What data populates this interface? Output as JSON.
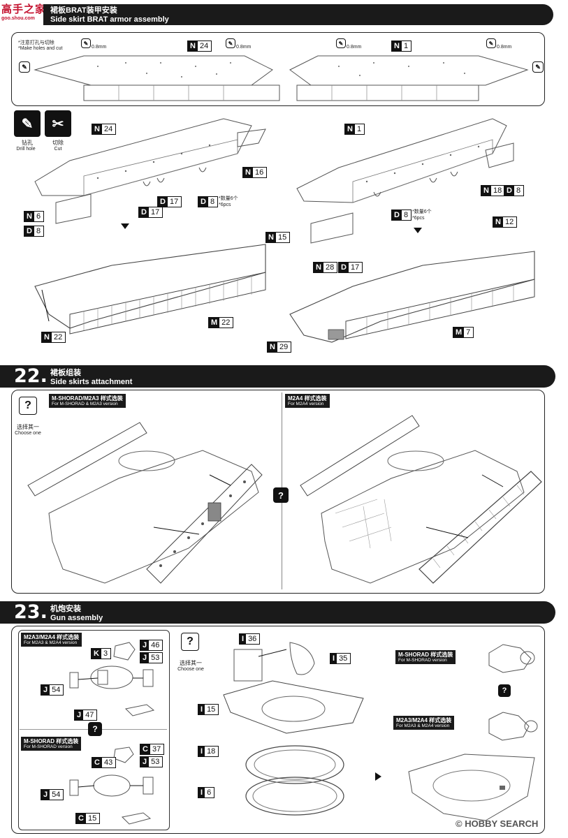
{
  "watermark": {
    "text": "高手之家",
    "sub": "goo.shou.com"
  },
  "section_top": {
    "cn": "裙板BRAT装甲安装",
    "en": "Side skirt BRAT armor assembly"
  },
  "notes": {
    "holes_cn": "*注意打孔与切除",
    "holes_en": "*Make holes and cut",
    "drill_size_1": "0.8mm",
    "drill_size_2": "0.8mm",
    "drill_size_3": "0.8mm",
    "drill_size_4": "0.8mm"
  },
  "tools": {
    "drill_cn": "钻孔",
    "drill_en": "Drill hole",
    "cut_cn": "切除",
    "cut_en": "Cut"
  },
  "parts": {
    "N24a": {
      "l": "N",
      "n": "24"
    },
    "N1a": {
      "l": "N",
      "n": "1"
    },
    "N24": {
      "l": "N",
      "n": "24"
    },
    "N16": {
      "l": "N",
      "n": "16"
    },
    "D17a": {
      "l": "D",
      "n": "17"
    },
    "D17b": {
      "l": "D",
      "n": "17"
    },
    "D8a": {
      "l": "D",
      "n": "8"
    },
    "N6": {
      "l": "N",
      "n": "6"
    },
    "D8b": {
      "l": "D",
      "n": "8"
    },
    "N15": {
      "l": "N",
      "n": "15"
    },
    "M22": {
      "l": "M",
      "n": "22"
    },
    "N22": {
      "l": "N",
      "n": "22"
    },
    "N1": {
      "l": "N",
      "n": "1"
    },
    "N18": {
      "l": "N",
      "n": "18"
    },
    "D8c": {
      "l": "D",
      "n": "8"
    },
    "D8d": {
      "l": "D",
      "n": "8"
    },
    "N12": {
      "l": "N",
      "n": "12"
    },
    "N28": {
      "l": "N",
      "n": "28"
    },
    "D17c": {
      "l": "D",
      "n": "17"
    },
    "M7": {
      "l": "M",
      "n": "7"
    },
    "N29": {
      "l": "N",
      "n": "29"
    },
    "J46": {
      "l": "J",
      "n": "46"
    },
    "K3": {
      "l": "K",
      "n": "3"
    },
    "J53a": {
      "l": "J",
      "n": "53"
    },
    "J54a": {
      "l": "J",
      "n": "54"
    },
    "J47": {
      "l": "J",
      "n": "47"
    },
    "C37": {
      "l": "C",
      "n": "37"
    },
    "C43": {
      "l": "C",
      "n": "43"
    },
    "J53b": {
      "l": "J",
      "n": "53"
    },
    "J54b": {
      "l": "J",
      "n": "54"
    },
    "C15": {
      "l": "C",
      "n": "15"
    },
    "I36": {
      "l": "I",
      "n": "36"
    },
    "I35": {
      "l": "I",
      "n": "35"
    },
    "I15": {
      "l": "I",
      "n": "15"
    },
    "I18": {
      "l": "I",
      "n": "18"
    },
    "I6": {
      "l": "I",
      "n": "6"
    }
  },
  "qty": {
    "a_cn": "*数量6个",
    "a_en": "*6pcs",
    "b_cn": "*数量6个",
    "b_en": "*6pcs"
  },
  "step22": {
    "num": "22.",
    "cn": "裙板组装",
    "en": "Side skirts attachment",
    "choose_cn": "选择其一",
    "choose_en": "Choose one",
    "v1_cn": "M-SHORAD/M2A3 样式选装",
    "v1_en": "For M-SHORAD & M2A3 version",
    "v2_cn": "M2A4 样式选装",
    "v2_en": "For M2A4 version"
  },
  "step23": {
    "num": "23.",
    "cn": "机炮安装",
    "en": "Gun assembly",
    "choose_cn": "选择其一",
    "choose_en": "Choose one",
    "v1_cn": "M2A3/M2A4 样式选装",
    "v1_en": "For M2A3 & M2A4 version",
    "v2_cn": "M-SHORAD 样式选装",
    "v2_en": "For M-SHORAD version",
    "v3_cn": "M-SHORAD 样式选装",
    "v3_en": "For M-SHORAD version",
    "v4_cn": "M2A3/M2A4 样式选装",
    "v4_en": "For M2A3 & M2A4 version"
  },
  "footer": {
    "brand": "HOBBY SEARCH",
    "copy": "©"
  },
  "icons": {
    "question": "question-icon",
    "drill": "drill-icon",
    "cut": "cut-icon"
  }
}
